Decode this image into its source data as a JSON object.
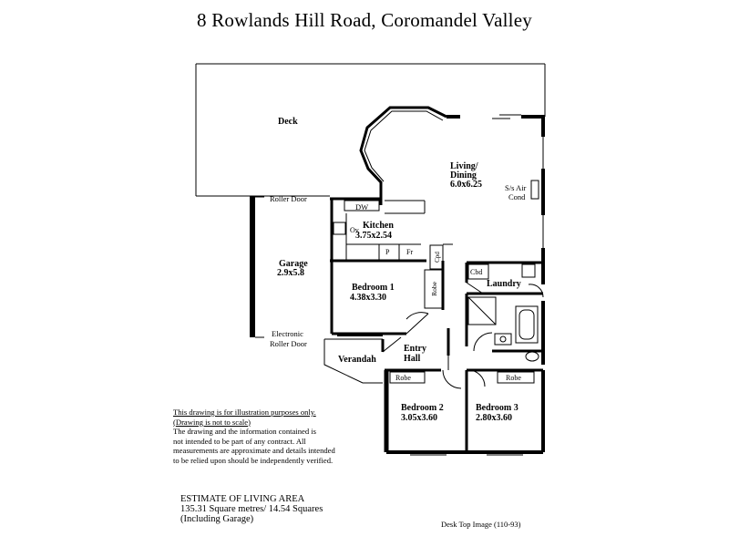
{
  "title": "8 Rowlands Hill Road,  Coromandel Valley",
  "rooms": {
    "deck": "Deck",
    "living_name_1": "Living/",
    "living_name_2": "Dining",
    "living_size": "6.0x6.25",
    "aircond_1": "S/s Air",
    "aircond_2": "Cond",
    "kitchen_name": "Kitchen",
    "kitchen_size": "3.75x2.54",
    "dw": "DW",
    "ov": "Ov",
    "p": "P",
    "fr": "Fr",
    "cpd": "Cpd",
    "garage_name": "Garage",
    "garage_size": "2.9x5.8",
    "roller_door": "Roller Door",
    "electronic_1": "Electronic",
    "electronic_2": "Roller Door",
    "bed1_name": "Bedroom 1",
    "bed1_size": "4.38x3.30",
    "robe": "Robe",
    "cbd": "Cbd",
    "laundry": "Laundry",
    "entry_1": "Entry",
    "entry_2": "Hall",
    "verandah": "Verandah",
    "bed2_name": "Bedroom 2",
    "bed2_size": "3.05x3.60",
    "bed3_name": "Bedroom 3",
    "bed3_size": "2.80x3.60"
  },
  "disclaimer": {
    "line1": "This drawing is for illustration purposes only.",
    "line2": "(Drawing is not to scale)",
    "line3": "The drawing and the information contained is",
    "line4": "not intended to be part of any contract.  All",
    "line5": "measurements are approximate and details intended",
    "line6": "to be relied upon should be independently verified."
  },
  "area": {
    "heading": "ESTIMATE OF LIVING AREA",
    "line1": "135.31 Square metres/  14.54 Squares",
    "line2": "(Including Garage)"
  },
  "credit": "Desk Top Image  (110-93)"
}
